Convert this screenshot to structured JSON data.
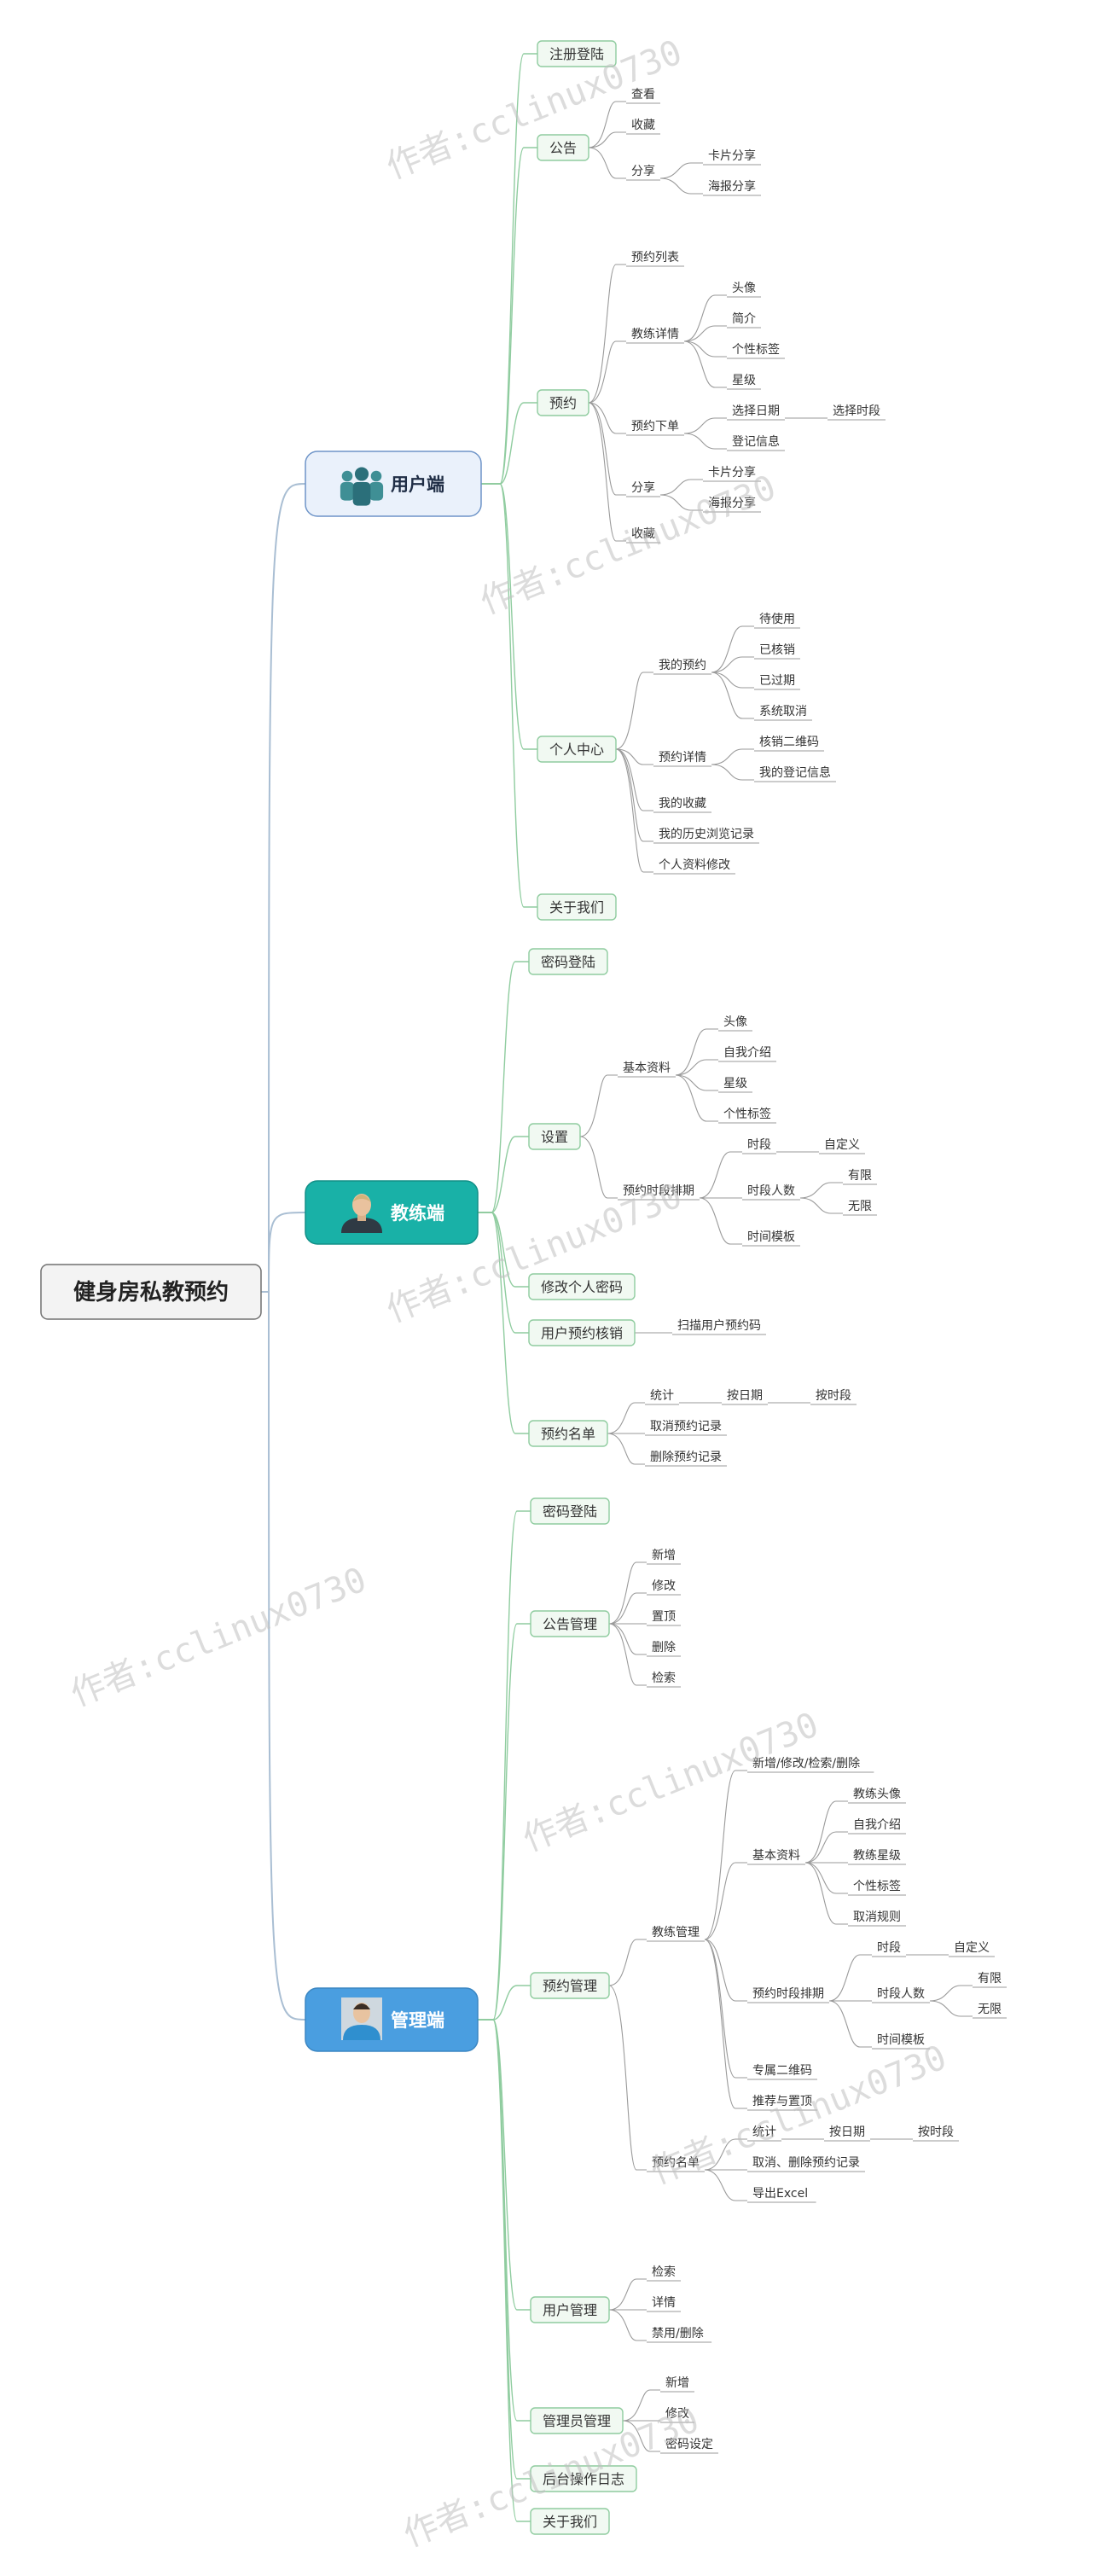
{
  "root": {
    "label": "健身房私教预约"
  },
  "watermark": {
    "text": "作者:cclinux0730"
  },
  "colors": {
    "link": "#a9bed3",
    "l1_border": "#8fcc9f",
    "l1_fill": "#f1f9f2",
    "leaf_line": "#9a9a9a",
    "user": "#eaf1fb",
    "user_border": "#6e94c8",
    "coach": "#19b1a7",
    "admin": "#4a9ee0"
  },
  "branches": [
    {
      "label": "用户端",
      "icon": "group-people-icon",
      "children": [
        {
          "label": "注册登陆"
        },
        {
          "label": "公告",
          "children": [
            {
              "label": "查看"
            },
            {
              "label": "收藏"
            },
            {
              "label": "分享",
              "children": [
                {
                  "label": "卡片分享"
                },
                {
                  "label": "海报分享"
                }
              ]
            }
          ]
        },
        {
          "label": "预约",
          "children": [
            {
              "label": "预约列表"
            },
            {
              "label": "教练详情",
              "children": [
                {
                  "label": "头像"
                },
                {
                  "label": "简介"
                },
                {
                  "label": "个性标签"
                },
                {
                  "label": "星级"
                }
              ]
            },
            {
              "label": "预约下单",
              "children": [
                {
                  "label": "选择日期",
                  "children": [
                    {
                      "label": "选择时段"
                    }
                  ]
                },
                {
                  "label": "登记信息"
                }
              ]
            },
            {
              "label": "分享",
              "children": [
                {
                  "label": "卡片分享"
                },
                {
                  "label": "海报分享"
                }
              ]
            },
            {
              "label": "收藏"
            }
          ]
        },
        {
          "label": "个人中心",
          "children": [
            {
              "label": "我的预约",
              "children": [
                {
                  "label": "待使用"
                },
                {
                  "label": "已核销"
                },
                {
                  "label": "已过期"
                },
                {
                  "label": "系统取消"
                }
              ]
            },
            {
              "label": "预约详情",
              "children": [
                {
                  "label": "核销二维码"
                },
                {
                  "label": "我的登记信息"
                }
              ]
            },
            {
              "label": "我的收藏"
            },
            {
              "label": "我的历史浏览记录"
            },
            {
              "label": "个人资料修改"
            }
          ]
        },
        {
          "label": "关于我们"
        }
      ]
    },
    {
      "label": "教练端",
      "icon": "coach-avatar-icon",
      "children": [
        {
          "label": "密码登陆"
        },
        {
          "label": "设置",
          "children": [
            {
              "label": "基本资料",
              "children": [
                {
                  "label": "头像"
                },
                {
                  "label": "自我介绍"
                },
                {
                  "label": "星级"
                },
                {
                  "label": "个性标签"
                }
              ]
            },
            {
              "label": "预约时段排期",
              "children": [
                {
                  "label": "时段",
                  "children": [
                    {
                      "label": "自定义"
                    }
                  ]
                },
                {
                  "label": "时段人数",
                  "children": [
                    {
                      "label": "有限"
                    },
                    {
                      "label": "无限"
                    }
                  ]
                },
                {
                  "label": "时间模板"
                }
              ]
            }
          ]
        },
        {
          "label": "修改个人密码"
        },
        {
          "label": "用户预约核销",
          "children": [
            {
              "label": "扫描用户预约码"
            }
          ]
        },
        {
          "label": "预约名单",
          "children": [
            {
              "label": "统计",
              "children": [
                {
                  "label": "按日期",
                  "children": [
                    {
                      "label": "按时段"
                    }
                  ]
                }
              ]
            },
            {
              "label": "取消预约记录"
            },
            {
              "label": "删除预约记录"
            }
          ]
        }
      ]
    },
    {
      "label": "管理端",
      "icon": "admin-avatar-icon",
      "children": [
        {
          "label": "密码登陆"
        },
        {
          "label": "公告管理",
          "children": [
            {
              "label": "新增"
            },
            {
              "label": "修改"
            },
            {
              "label": "置顶"
            },
            {
              "label": "删除"
            },
            {
              "label": "检索"
            }
          ]
        },
        {
          "label": "预约管理",
          "children": [
            {
              "label": "教练管理",
              "children": [
                {
                  "label": "新增/修改/检索/删除"
                },
                {
                  "label": "基本资料",
                  "children": [
                    {
                      "label": "教练头像"
                    },
                    {
                      "label": "自我介绍"
                    },
                    {
                      "label": "教练星级"
                    },
                    {
                      "label": "个性标签"
                    },
                    {
                      "label": "取消规则"
                    }
                  ]
                },
                {
                  "label": "预约时段排期",
                  "children": [
                    {
                      "label": "时段",
                      "children": [
                        {
                          "label": "自定义"
                        }
                      ]
                    },
                    {
                      "label": "时段人数",
                      "children": [
                        {
                          "label": "有限"
                        },
                        {
                          "label": "无限"
                        }
                      ]
                    },
                    {
                      "label": "时间模板"
                    }
                  ]
                },
                {
                  "label": "专属二维码"
                },
                {
                  "label": "推荐与置顶"
                }
              ]
            },
            {
              "label": "预约名单",
              "children": [
                {
                  "label": "统计",
                  "children": [
                    {
                      "label": "按日期",
                      "children": [
                        {
                          "label": "按时段"
                        }
                      ]
                    }
                  ]
                },
                {
                  "label": "取消、删除预约记录"
                },
                {
                  "label": "导出Excel"
                }
              ]
            }
          ]
        },
        {
          "label": "用户管理",
          "children": [
            {
              "label": "检索"
            },
            {
              "label": "详情"
            },
            {
              "label": "禁用/删除"
            }
          ]
        },
        {
          "label": "管理员管理",
          "children": [
            {
              "label": "新增"
            },
            {
              "label": "修改"
            },
            {
              "label": "密码设定"
            }
          ]
        },
        {
          "label": "后台操作日志"
        },
        {
          "label": "关于我们"
        }
      ]
    }
  ]
}
